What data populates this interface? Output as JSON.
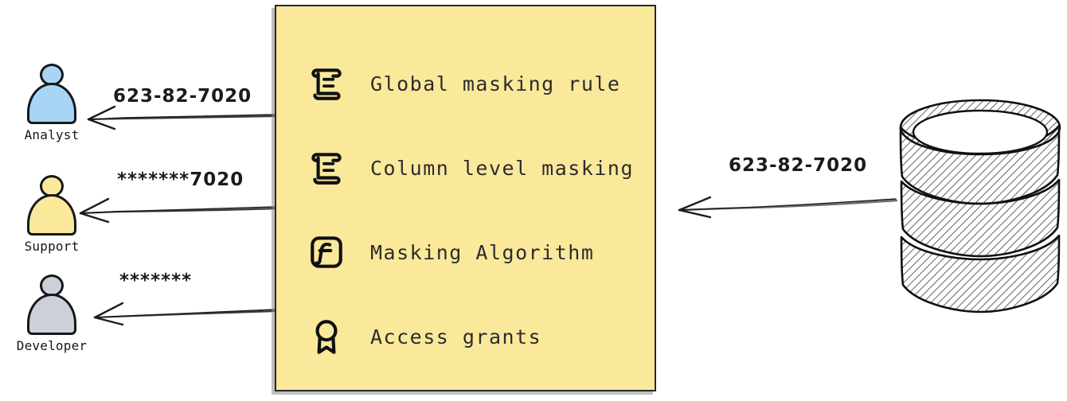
{
  "diagram": {
    "type": "data-masking-flow",
    "background": "#ffffff",
    "card_color": "#fbe99b",
    "stroke_color": "#17171a"
  },
  "actors": [
    {
      "id": "analyst",
      "label": "Analyst",
      "color": "#a8d4f5",
      "flow_label": "623-82-7020",
      "icon": "person-icon"
    },
    {
      "id": "support",
      "label": "Support",
      "color": "#fbe99b",
      "flow_label": "*******7020",
      "icon": "person-icon"
    },
    {
      "id": "developer",
      "label": "Developer",
      "color": "#ccd1d9",
      "flow_label": "*******",
      "icon": "person-icon"
    }
  ],
  "card": {
    "rows": [
      {
        "label": "Global masking rule",
        "icon": "scroll-icon"
      },
      {
        "label": "Column level masking",
        "icon": "scroll-icon"
      },
      {
        "label": "Masking Algorithm",
        "icon": "function-icon"
      },
      {
        "label": "Access grants",
        "icon": "award-ribbon-icon"
      }
    ]
  },
  "source": {
    "icon": "database-icon",
    "flow_label": "623-82-7020"
  }
}
